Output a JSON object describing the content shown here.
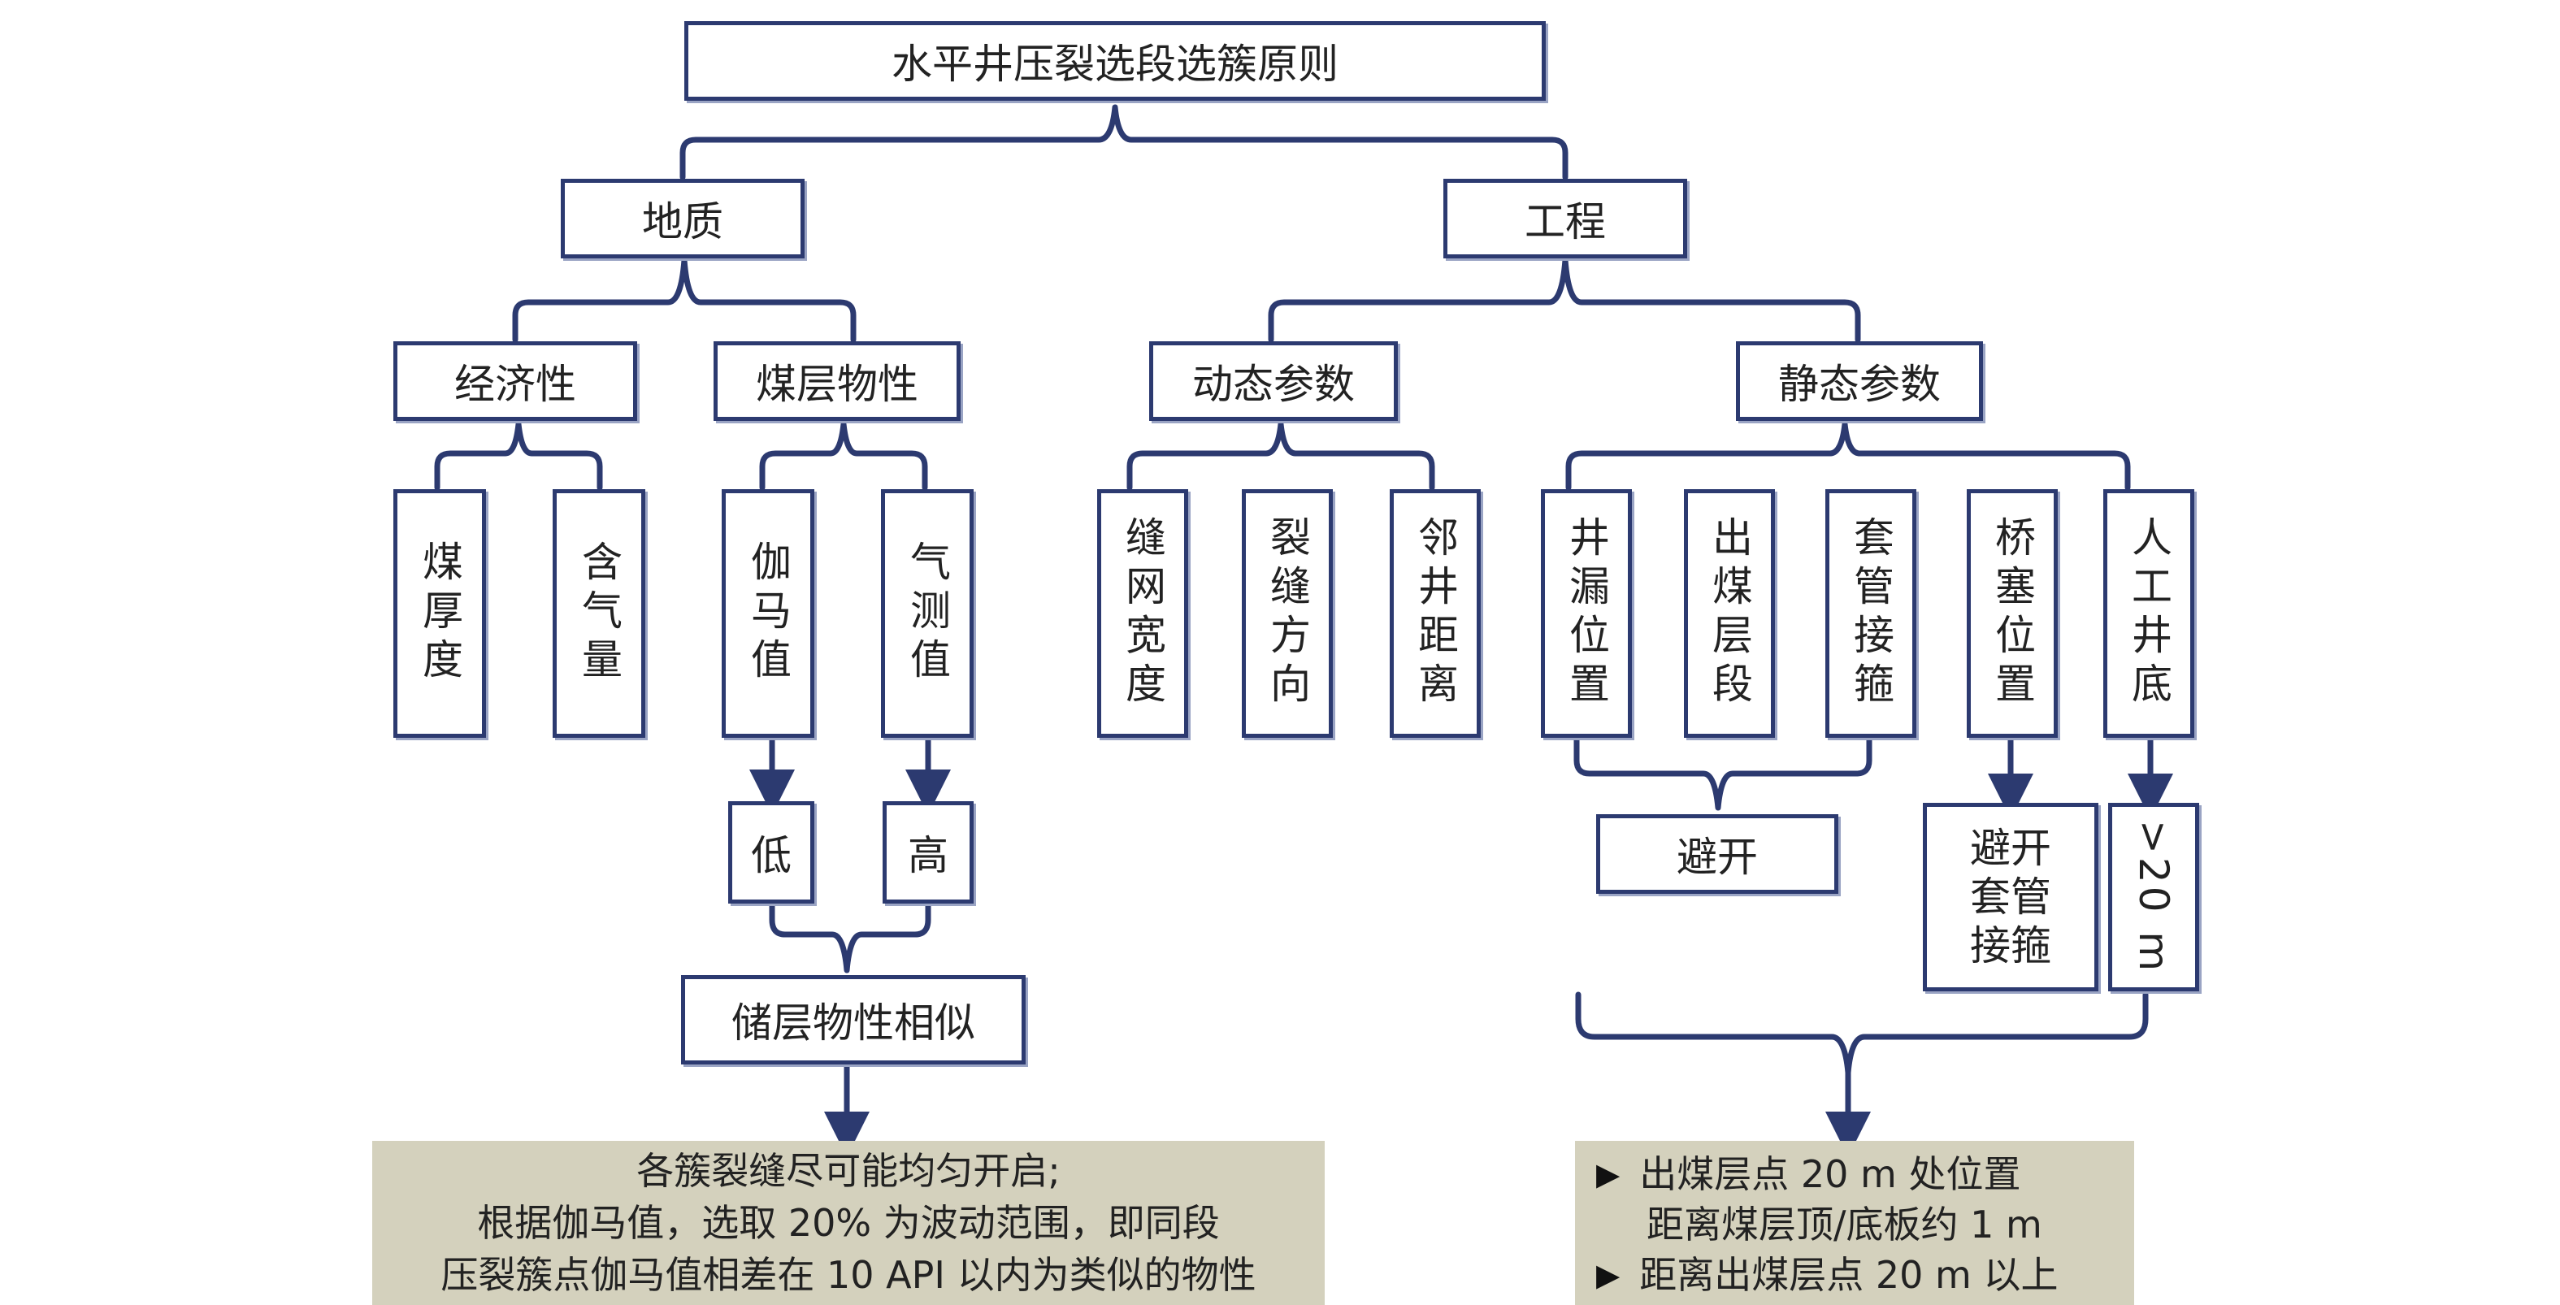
{
  "title": "水平井压裂选段选簇原则",
  "categories": {
    "geology": "地质",
    "engineering": "工程"
  },
  "geology": {
    "economics": "经济性",
    "coal_properties": "煤层物性",
    "coal_thickness": "煤厚度",
    "gas_content": "含气量",
    "gamma_value": "伽马值",
    "gas_log_value": "气测值",
    "low": "低",
    "high": "高",
    "similar_reservoir": "储层物性相似"
  },
  "engineering": {
    "dynamic_params": "动态参数",
    "static_params": "静态参数",
    "fracture_width": "缝网宽度",
    "fracture_direction": "裂缝方向",
    "offset_well_distance": "邻井距离",
    "leak_position": "井漏位置",
    "coal_exit_section": "出煤层段",
    "casing_collar": "套管接箍",
    "bridge_plug_position": "桥塞位置",
    "artificial_bottom": "人工井底",
    "avoid": "避开",
    "avoid_casing_collar": [
      "避开",
      "套管",
      "接箍"
    ],
    "over_20m": ">20 m"
  },
  "notes": {
    "left": [
      "各簇裂缝尽可能均匀开启;",
      "根据伽马值，选取 20% 为波动范围，即同段",
      "压裂簇点伽马值相差在 10 API 以内为类似的物性"
    ],
    "right": {
      "bullet_1_line_1": "出煤层点 20 m 处位置",
      "bullet_1_line_2": "距离煤层顶/底板约 1 m",
      "bullet_2": "距离出煤层点 20 m 以上"
    }
  },
  "colors": {
    "box_border": "#2c3a70",
    "note_background": "#d4d1bd"
  },
  "icons": {
    "bullet": "right-pointing-triangle"
  }
}
